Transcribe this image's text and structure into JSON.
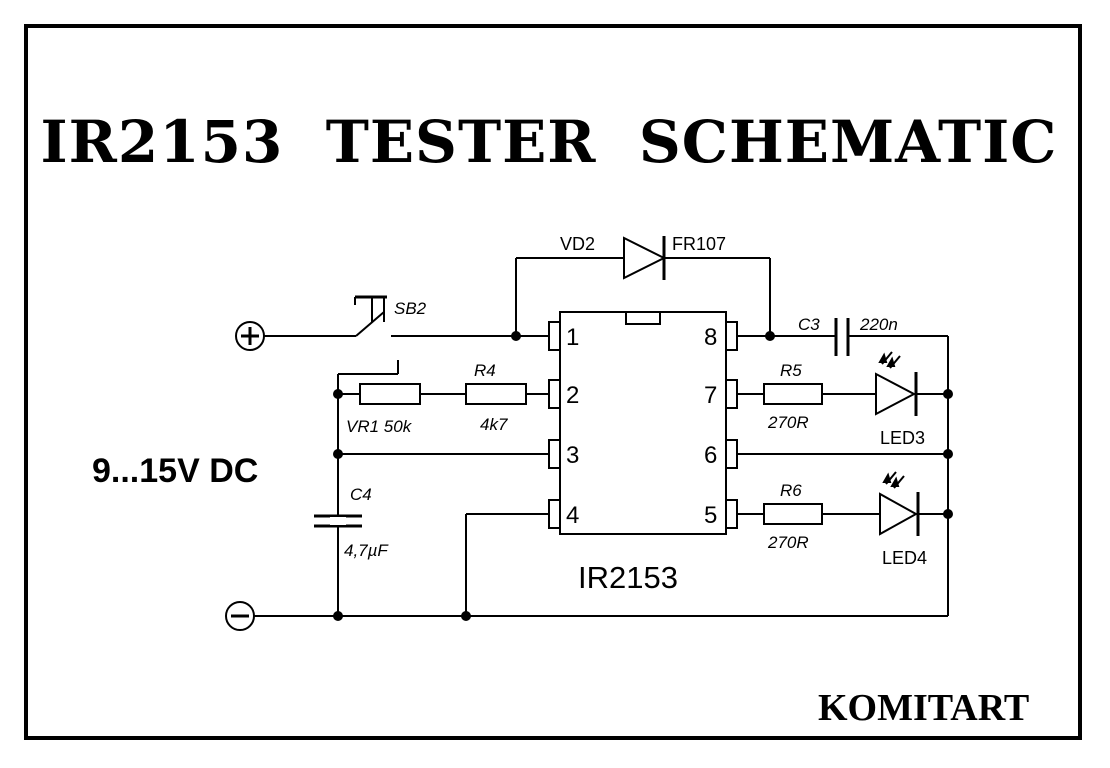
{
  "title": "IR2153  TESTER  SCHEMATIC",
  "supply_label": "9...15V DC",
  "author": "KOMITART",
  "chip": {
    "name": "IR2153",
    "pins": [
      "1",
      "2",
      "3",
      "4",
      "5",
      "6",
      "7",
      "8"
    ]
  },
  "components": {
    "diode": {
      "ref": "VD2",
      "value": "FR107"
    },
    "switch": {
      "ref": "SB2"
    },
    "trimmer": {
      "ref_value": "VR1 50k"
    },
    "r4": {
      "ref": "R4",
      "value": "4k7"
    },
    "r5": {
      "ref": "R5",
      "value": "270R"
    },
    "r6": {
      "ref": "R6",
      "value": "270R"
    },
    "c3": {
      "ref": "C3",
      "value": "220n"
    },
    "c4": {
      "ref": "C4",
      "value": "4,7µF"
    },
    "led3": {
      "ref": "LED3"
    },
    "led4": {
      "ref": "LED4"
    }
  },
  "terminals": {
    "positive": "+",
    "negative": "−"
  },
  "colors": {
    "ink": "#000000",
    "background": "#ffffff"
  }
}
